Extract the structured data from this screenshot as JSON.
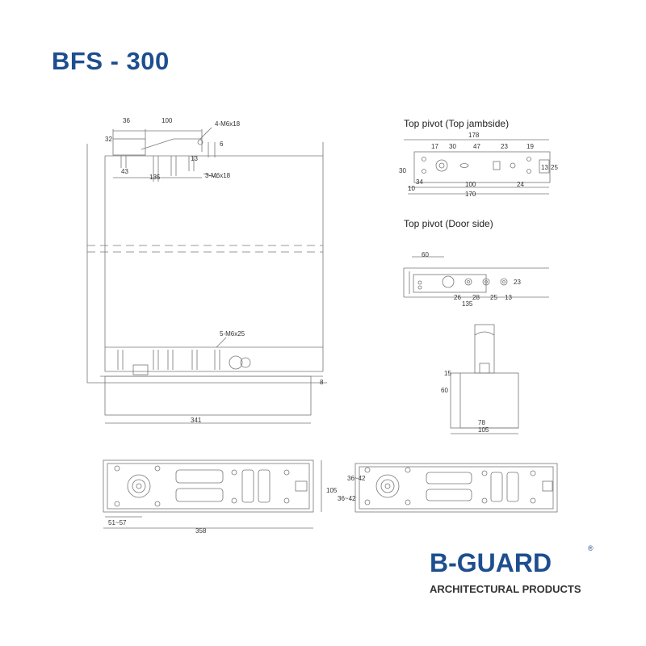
{
  "title": "BFS - 300",
  "labels": {
    "top_jambside": "Top pivot  (Top jambside)",
    "door_side": "Top pivot  (Door side)"
  },
  "dims": {
    "d36": "36",
    "d100": "100",
    "d4m6": "4-M6x18",
    "d32": "32",
    "d6": "6",
    "d43": "43",
    "d135": "135",
    "d3m6": "3-M6x18",
    "d13": "13",
    "d5m6": "5-M6x25",
    "d8": "8",
    "d341": "341",
    "j178": "178",
    "j17": "17",
    "j30": "30",
    "j47": "47",
    "j23": "23",
    "j19": "19",
    "j30v": "30",
    "j34": "34",
    "j10": "10",
    "j100": "100",
    "j24": "24",
    "j170": "170",
    "j13": "13",
    "j25": "25",
    "s60": "60",
    "s26": "26",
    "s28": "28",
    "s25": "25",
    "s13": "13",
    "s23": "23",
    "s135": "135",
    "f15": "15",
    "f60": "60",
    "f78": "78",
    "f105": "105",
    "b51": "51~57",
    "b358": "358",
    "b105": "105",
    "b3642a": "36~42",
    "b3642b": "36~42"
  },
  "brand": {
    "name": "B-GUARD",
    "reg": "®",
    "tagline": "ARCHITECTURAL PRODUCTS"
  }
}
